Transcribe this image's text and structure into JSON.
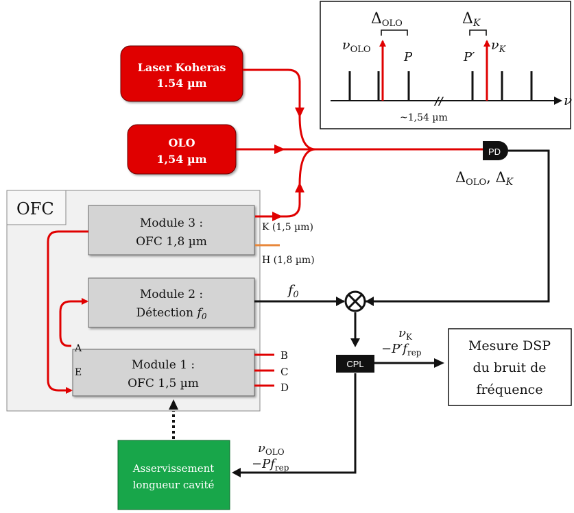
{
  "lasers": {
    "koheras": {
      "line1": "Laser Koheras",
      "line2": "1.54 µm"
    },
    "olo": {
      "line1": "OLO",
      "line2": "1,54 µm"
    }
  },
  "ofc": {
    "title": "OFC",
    "module3": {
      "line1": "Module 3 :",
      "line2": "OFC 1,8 µm"
    },
    "module2": {
      "line1": "Module 2 :",
      "line2_prefix": "Détection ",
      "line2_var": "f",
      "line2_sub": "0"
    },
    "module1": {
      "line1": "Module 1 :",
      "line2": "OFC 1,5 µm"
    },
    "port_A": "A",
    "port_E": "E",
    "port_B": "B",
    "port_C": "C",
    "port_D": "D",
    "out_K": "K (1,5 µm)",
    "out_H": "H (1,8 µm)"
  },
  "photodiode": {
    "label": "PD",
    "out_delta": "Δ",
    "out_sub1": "OLO",
    "out_sep": ", Δ",
    "out_sub2": "K"
  },
  "mixer": {
    "f0_var": "f",
    "f0_sub": "0"
  },
  "coupler": {
    "label": "CPL"
  },
  "signal_upper": {
    "nu": "ν",
    "nu_sub": "K",
    "minus": "−P′f",
    "minus_sub": "rep"
  },
  "signal_lower": {
    "nu": "ν",
    "nu_sub": "OLO",
    "minus": "−Pf",
    "minus_sub": "rep"
  },
  "measure": {
    "line1": "Mesure DSP",
    "line2": "du bruit de",
    "line3": "fréquence"
  },
  "servo": {
    "line1": "Asservissement",
    "line2": "longueur cavité"
  },
  "spectrum": {
    "delta_olo": "Δ",
    "delta_olo_sub": "OLO",
    "delta_k": "Δ",
    "delta_k_sub": "K",
    "nu_olo": "ν",
    "nu_olo_sub": "OLO",
    "nu_k": "ν",
    "nu_k_sub": "K",
    "P": "P",
    "Pprime": "P′",
    "axis": "ν",
    "break": "//",
    "wavelength": "~1,54 µm"
  },
  "colors": {
    "red": "#e00000",
    "green": "#18a64a",
    "gray": "#d4d4d4",
    "black": "#111111"
  }
}
